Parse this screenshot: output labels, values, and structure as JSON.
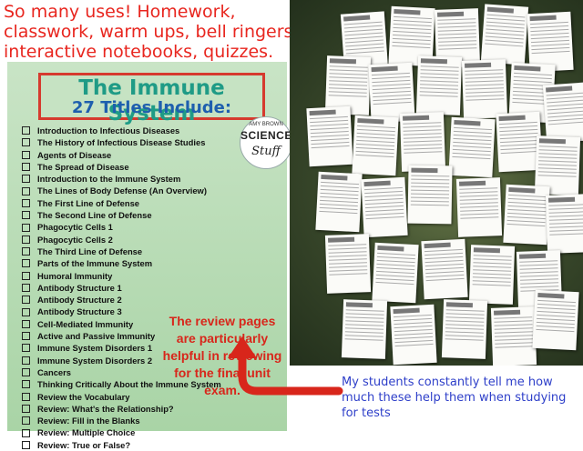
{
  "top_caption": "So many uses! Homework, classwork, warm ups, bell ringers, interactive notebooks, quizzes.",
  "panel": {
    "title": "The Immune System",
    "subtitle": "27 Titles Include:",
    "topics": [
      "Introduction to Infectious Diseases",
      "The History of Infectious Disease Studies",
      "Agents of Disease",
      "The Spread of Disease",
      "Introduction to the Immune System",
      "The Lines of Body Defense (An Overview)",
      "The First Line of Defense",
      "The Second Line of Defense",
      "Phagocytic Cells 1",
      "Phagocytic Cells 2",
      "The Third Line of Defense",
      "Parts of the Immune System",
      "Humoral Immunity",
      "Antibody Structure 1",
      "Antibody Structure 2",
      "Antibody Structure 3",
      "Cell-Mediated Immunity",
      "Active and Passive Immunity",
      "Immune System Disorders 1",
      "Immune System Disorders 2",
      "Cancers",
      "Thinking Critically About the Immune System",
      "Review the Vocabulary",
      "Review: What's the Relationship?",
      "Review: Fill in the Blanks",
      "Review: Multiple Choice",
      "Review: True or False?"
    ],
    "review_note": "The review pages are particularly helpful in reviewing for the final unit exam."
  },
  "logo": {
    "top": "AMY BROWN",
    "main": "SCIENCE",
    "bottom": "Stuff"
  },
  "bottom_note": "My students constantly tell me how much these help them when studying for tests",
  "colors": {
    "caption_red": "#e8261f",
    "title_teal": "#1f9b86",
    "subtitle_blue": "#1e5fae",
    "note_blue": "#2e3fc9",
    "arrow_red": "#d8261b"
  }
}
